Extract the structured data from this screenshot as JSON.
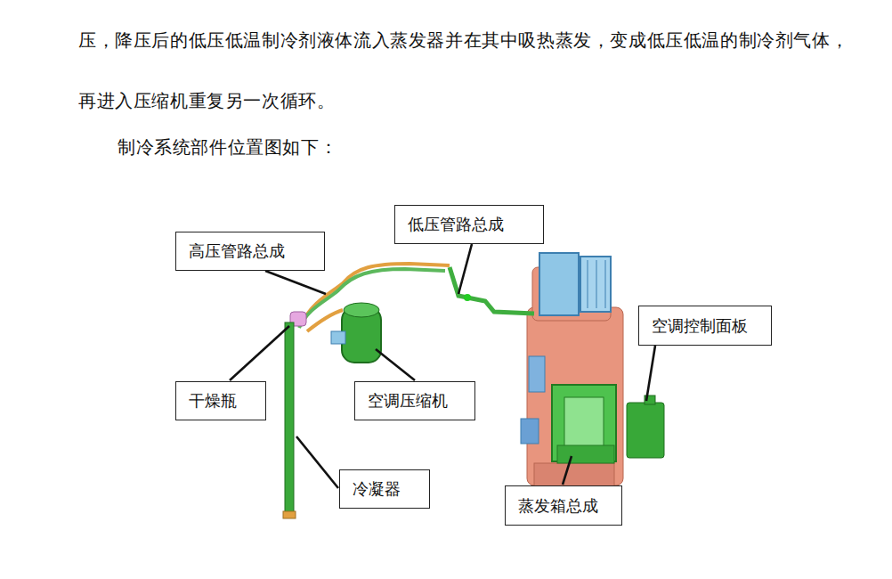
{
  "diagram": {
    "title": "制冷系统部件位置图如下：",
    "nodes": [
      {
        "text": [
          "低压管路总成"
        ]
      },
      {
        "text": [
          "高压管路总成"
        ]
      },
      {
        "text": [
          "空调控制面板"
        ]
      },
      {
        "text": [
          "干燥瓶"
        ]
      },
      {
        "text": [
          "空调压缩机"
        ]
      },
      {
        "text": [
          "冷凝器"
        ]
      },
      {
        "text": [
          "蒸发箱总成"
        ]
      }
    ],
    "labels": [
      "压，降压后的低压低温制冷剂液体流入蒸发器并在其中吸热蒸发，变成低压低温的制冷剂气体，",
      "再进入压缩机重复另一次循环。"
    ]
  }
}
